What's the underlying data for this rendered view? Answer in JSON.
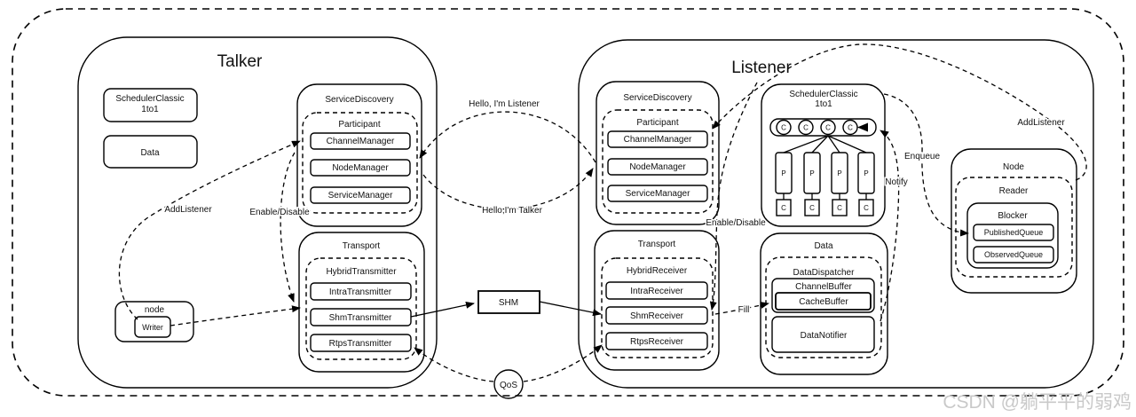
{
  "watermark": "CSDN @躺平平的弱鸡",
  "colors": {
    "line": "#000000",
    "watermark": "#c9c9c9"
  },
  "talker": {
    "title": "Talker",
    "scheduler_line1": "SchedulerClassic",
    "scheduler_line2": "1to1",
    "data_box": "Data",
    "service_discovery": {
      "title": "ServiceDiscovery",
      "participant": "Participant",
      "items": [
        "ChannelManager",
        "NodeManager",
        "ServiceManager"
      ]
    },
    "transport": {
      "title": "Transport",
      "hybrid": "HybridTransmitter",
      "items": [
        "IntraTransmitter",
        "ShmTransmitter",
        "RtpsTransmitter"
      ]
    },
    "node": {
      "title": "node",
      "writer": "Writer"
    }
  },
  "listener": {
    "title": "Listener",
    "service_discovery": {
      "title": "ServiceDiscovery",
      "participant": "Participant",
      "items": [
        "ChannelManager",
        "NodeManager",
        "ServiceManager"
      ]
    },
    "transport": {
      "title": "Transport",
      "hybrid": "HybridReceiver",
      "items": [
        "IntraReceiver",
        "ShmReceiver",
        "RtpsReceiver"
      ]
    },
    "scheduler": {
      "title": "SchedulerClassic",
      "subtitle": "1to1",
      "queue_cells": [
        "C",
        "C",
        "C",
        "C"
      ],
      "processors": [
        "P",
        "P",
        "P",
        "P"
      ],
      "consumers": [
        "C",
        "C",
        "C",
        "C"
      ]
    },
    "data": {
      "title": "Data",
      "dispatcher": "DataDispatcher",
      "channel_buffer": "ChannelBuffer",
      "cache_buffer": "CacheBuffer",
      "notifier": "DataNotifier"
    },
    "node": {
      "title": "Node",
      "reader": "Reader",
      "blocker": "Blocker",
      "queues": [
        "PublishedQueue",
        "ObservedQueue"
      ]
    }
  },
  "edges": {
    "add_listener_left": "AddListener",
    "enable_disable_left": "Enable/Disable",
    "hello_listener": "Hello, I'm Listener",
    "hello_talker": "Hello,I'm Talker",
    "shm": "SHM",
    "qos": "QoS",
    "enable_disable_right": "Enable/Disable",
    "fill": "Fill",
    "notify": "Notify",
    "enqueue": "Enqueue",
    "add_listener_right": "AddListener"
  }
}
